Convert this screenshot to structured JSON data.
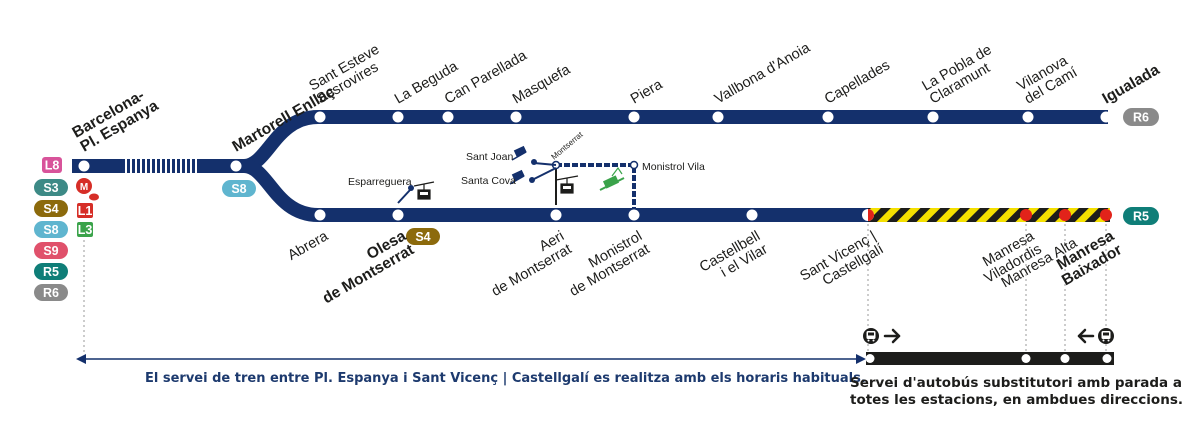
{
  "colors": {
    "line": "#14306c",
    "bus_bar": "#1d1d1b",
    "hazard_yellow": "#f5e000",
    "stop_red": "#e2231a",
    "l8": "#d8539a",
    "s3": "#3d8a86",
    "s4": "#8c6a0c",
    "s8": "#5fb5cf",
    "s9": "#e0516b",
    "r5": "#0f7e78",
    "r6": "#8a8a8a",
    "l1": "#d62e27",
    "l3": "#3aa34a",
    "metro": "#d62e27"
  },
  "badges": {
    "l8": "L8",
    "s3": "S3",
    "s4": "S4",
    "s8": "S8",
    "s9": "S9",
    "r5": "R5",
    "r6": "R6",
    "l1": "L1",
    "l3": "L3",
    "s8_martorell": "S8",
    "s4_olesa": "S4",
    "r6_end": "R6",
    "r5_end": "R5"
  },
  "stations_upper": [
    {
      "lines": [
        "Sant Esteve",
        "Sesrovires"
      ],
      "bold": false
    },
    {
      "lines": [
        "La Beguda"
      ],
      "bold": false
    },
    {
      "lines": [
        "Can Parellada"
      ],
      "bold": false
    },
    {
      "lines": [
        "Masquefa"
      ],
      "bold": false
    },
    {
      "lines": [
        "Piera"
      ],
      "bold": false
    },
    {
      "lines": [
        "Vallbona d'Anoia"
      ],
      "bold": false
    },
    {
      "lines": [
        "Capellades"
      ],
      "bold": false
    },
    {
      "lines": [
        "La Pobla de",
        "Claramunt"
      ],
      "bold": false
    },
    {
      "lines": [
        "Vilanova",
        "del Camí"
      ],
      "bold": false
    },
    {
      "lines": [
        "Igualada"
      ],
      "bold": true
    }
  ],
  "trunk_stations": [
    {
      "lines": [
        "Barcelona-",
        "Pl. Espanya"
      ],
      "bold": true
    },
    {
      "lines": [
        "Martorell Enllaç"
      ],
      "bold": true
    }
  ],
  "stations_lower": [
    {
      "lines": [
        "Abrera"
      ],
      "bold": false
    },
    {
      "lines": [
        "Olesa",
        "de Montserrat"
      ],
      "bold": true
    },
    {
      "lines": [
        "Aeri",
        "de Montserrat"
      ],
      "bold": false
    },
    {
      "lines": [
        "Monistrol",
        "de Montserrat"
      ],
      "bold": false
    },
    {
      "lines": [
        "Castellbell",
        "i el Vilar"
      ],
      "bold": false
    },
    {
      "lines": [
        "Sant Vicenç |",
        "Castellgalí"
      ],
      "bold": false
    },
    {
      "lines": [
        "Manresa",
        "Viladordis"
      ],
      "bold": false
    },
    {
      "lines": [
        "Manresa Alta"
      ],
      "bold": false
    },
    {
      "lines": [
        "Manresa",
        "Baixador"
      ],
      "bold": true
    }
  ],
  "branch_labels": {
    "esparreguera": "Esparreguera",
    "sant_joan": "Sant Joan",
    "santa_cova": "Santa Cova",
    "montserrat": "Montserrat",
    "monistrol_vila": "Monistrol Vila"
  },
  "icons": {
    "cable_car": "cable-car-icon",
    "rack_train": "rack-railway-icon",
    "funicular": "funicular-icon",
    "metro": "metro-icon",
    "bus": "bus-icon",
    "arrow_right": "arrow-right-icon",
    "arrow_left": "arrow-left-icon"
  },
  "notes": {
    "train_service": "El servei de tren entre Pl. Espanya i Sant Vicenç | Castellgalí es realitza amb els horaris habituals.",
    "bus_line1": "Servei d'autobús substitutori amb parada a",
    "bus_line2": "totes les estacions, en ambdues direccions."
  }
}
